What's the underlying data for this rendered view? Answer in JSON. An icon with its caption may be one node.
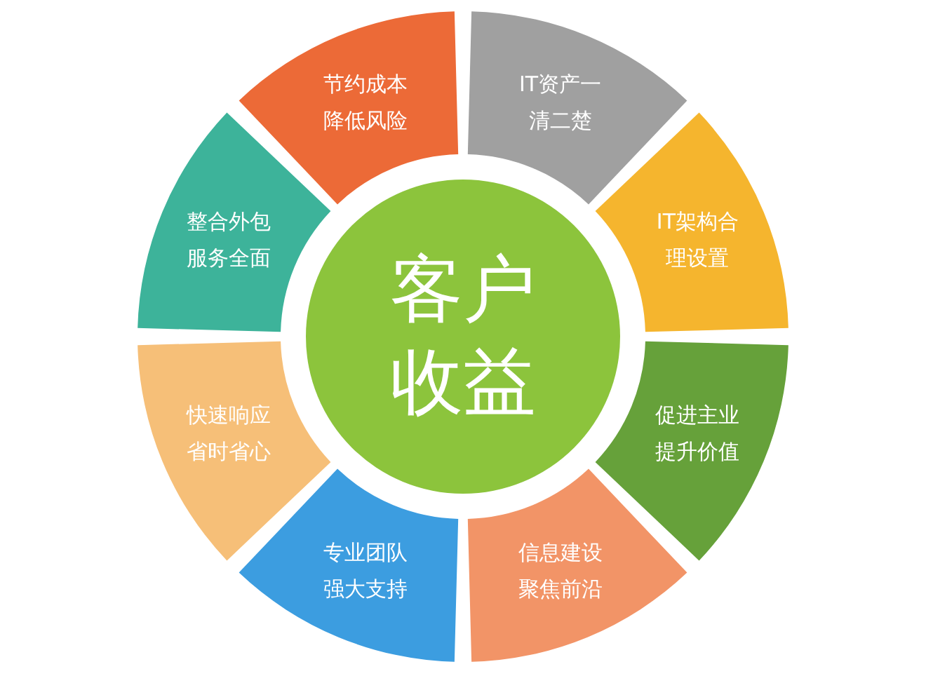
{
  "diagram": {
    "nodes": [
      {
        "text": [
          "客户收益"
        ]
      },
      {
        "text": [
          "节约成本降低风险"
        ]
      },
      {
        "text": [
          "IT资产一清二楚"
        ]
      },
      {
        "text": [
          "IT架构合理设置"
        ]
      },
      {
        "text": [
          "促进主业提升价值"
        ]
      },
      {
        "text": [
          "信息建设聚焦前沿"
        ]
      },
      {
        "text": [
          "专业团队强大支持"
        ]
      },
      {
        "text": [
          "快速响应省时省心"
        ]
      },
      {
        "text": [
          "整合外包服务全面"
        ]
      }
    ]
  }
}
